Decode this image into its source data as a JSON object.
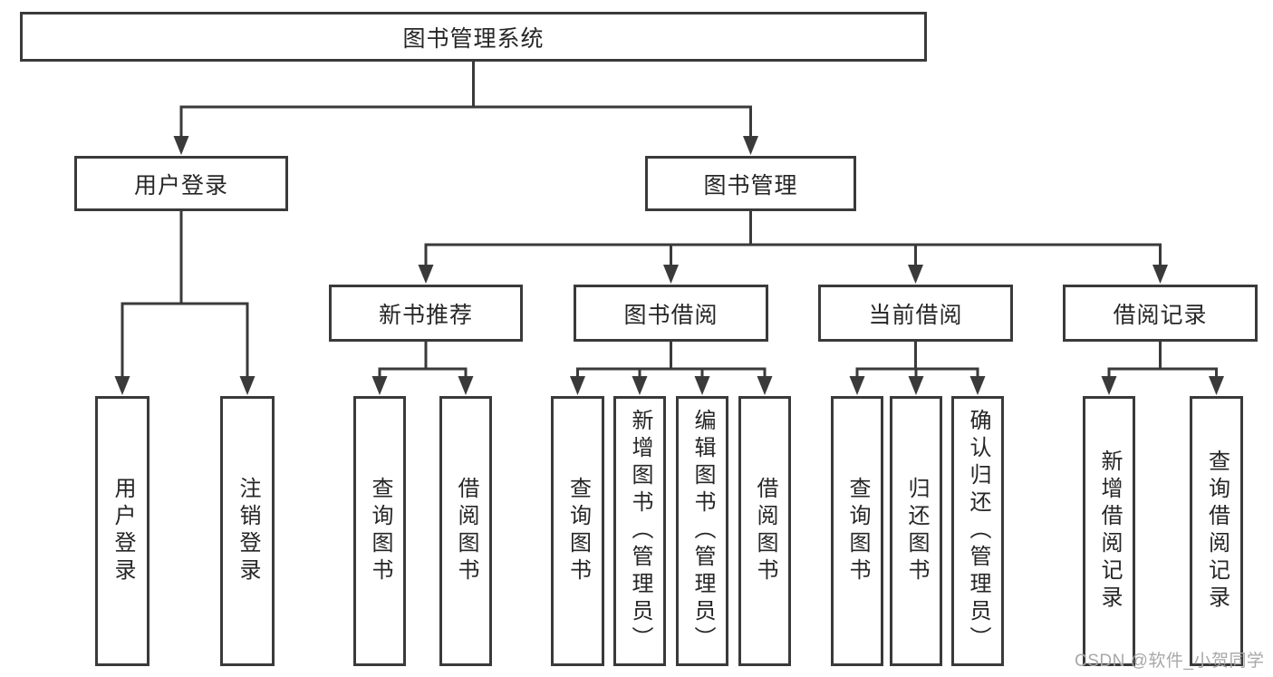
{
  "diagram": {
    "title": "图书管理系统",
    "type": "feature-tree"
  },
  "colors": {
    "line": "#3a3a3a",
    "border": "#3a3a3a",
    "text": "#262626",
    "watermark": "#a8a8a8",
    "background": "#ffffff"
  },
  "watermark": {
    "text": "CSDN @软件_小贺同学"
  },
  "tree": {
    "nodes": [
      {
        "id": "root",
        "label": "图书管理系统",
        "parent": null
      },
      {
        "id": "login",
        "label": "用户登录",
        "parent": "root"
      },
      {
        "id": "mgmt",
        "label": "图书管理",
        "parent": "root"
      },
      {
        "id": "rec",
        "label": "新书推荐",
        "parent": "mgmt"
      },
      {
        "id": "borrow",
        "label": "图书借阅",
        "parent": "mgmt"
      },
      {
        "id": "current",
        "label": "当前借阅",
        "parent": "mgmt"
      },
      {
        "id": "record",
        "label": "借阅记录",
        "parent": "mgmt"
      },
      {
        "id": "login-1",
        "label": "用户登录",
        "parent": "login"
      },
      {
        "id": "login-2",
        "label": "注销登录",
        "parent": "login"
      },
      {
        "id": "rec-1",
        "label": "查询图书",
        "parent": "rec"
      },
      {
        "id": "rec-2",
        "label": "借阅图书",
        "parent": "rec"
      },
      {
        "id": "borrow-1",
        "label": "查询图书",
        "parent": "borrow"
      },
      {
        "id": "borrow-2",
        "label": "新增图书（管理员）",
        "parent": "borrow"
      },
      {
        "id": "borrow-3",
        "label": "编辑图书（管理员）",
        "parent": "borrow"
      },
      {
        "id": "borrow-4",
        "label": "借阅图书",
        "parent": "borrow"
      },
      {
        "id": "current-1",
        "label": "查询图书",
        "parent": "current"
      },
      {
        "id": "current-2",
        "label": "归还图书",
        "parent": "current"
      },
      {
        "id": "current-3",
        "label": "确认归还（管理员）",
        "parent": "current"
      },
      {
        "id": "record-1",
        "label": "新增借阅记录",
        "parent": "record"
      },
      {
        "id": "record-2",
        "label": "查询借阅记录",
        "parent": "record"
      }
    ]
  }
}
